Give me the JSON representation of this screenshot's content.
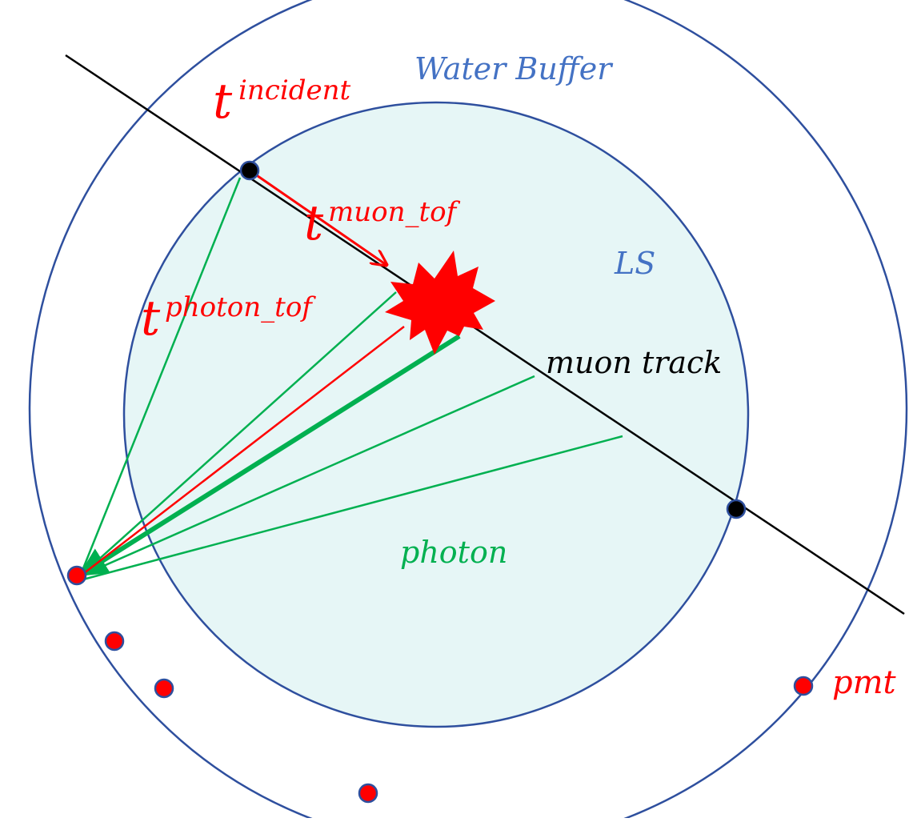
{
  "regions": {
    "water_buffer": "Water Buffer",
    "liquid_scintillator": "LS"
  },
  "labels": {
    "muon_track": "muon track",
    "photon": "photon",
    "pmt": "pmt"
  },
  "times": {
    "incident": {
      "base": "t",
      "superscript": "incident"
    },
    "muon_tof": {
      "base": "t",
      "superscript": "muon_tof"
    },
    "photon_tof": {
      "base": "t",
      "superscript": "photon_tof"
    }
  },
  "colors": {
    "outline": "#2e4f9e",
    "ls_fill": "#e6f6f6",
    "muon_track": "#000000",
    "photon": "#00b050",
    "highlight": "#ff0000",
    "pmt_fill": "#ff0000",
    "label_blue": "#4472c4"
  }
}
